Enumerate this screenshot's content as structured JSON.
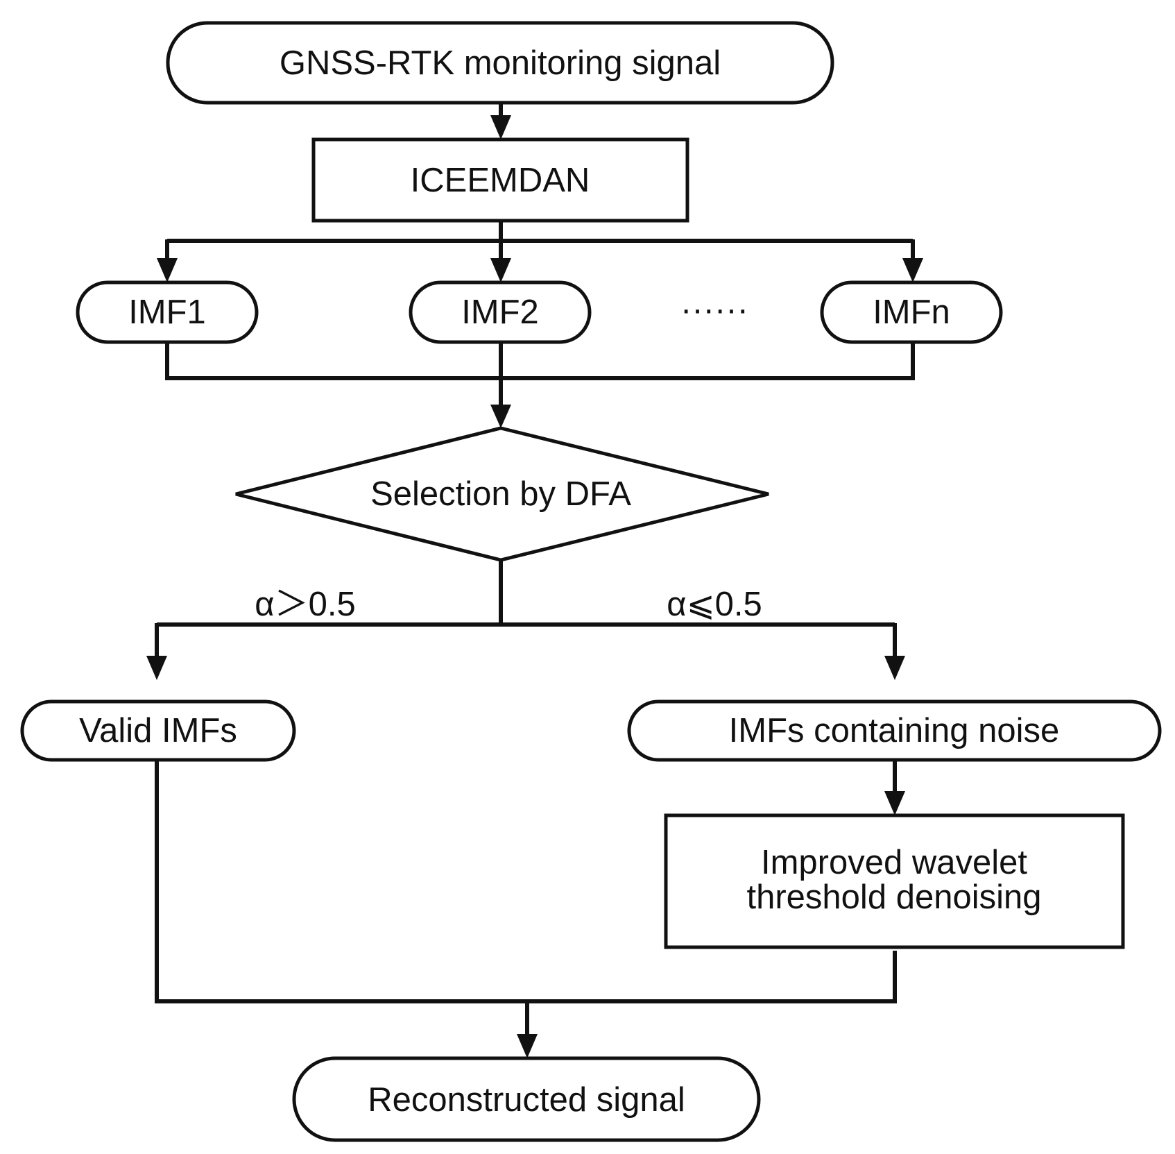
{
  "nodes": {
    "input": "GNSS-RTK monitoring signal",
    "decompose": "ICEEMDAN",
    "imf1": "IMF1",
    "imf2": "IMF2",
    "ellipsis": "······",
    "imfn": "IMFn",
    "decision": "Selection by DFA",
    "valid": "Valid IMFs",
    "noisy": "IMFs containing noise",
    "denoise_line1": "Improved wavelet",
    "denoise_line2": "threshold denoising",
    "output": "Reconstructed signal"
  },
  "conditions": {
    "left": "α＞0.5",
    "right": "α⩽0.5"
  }
}
